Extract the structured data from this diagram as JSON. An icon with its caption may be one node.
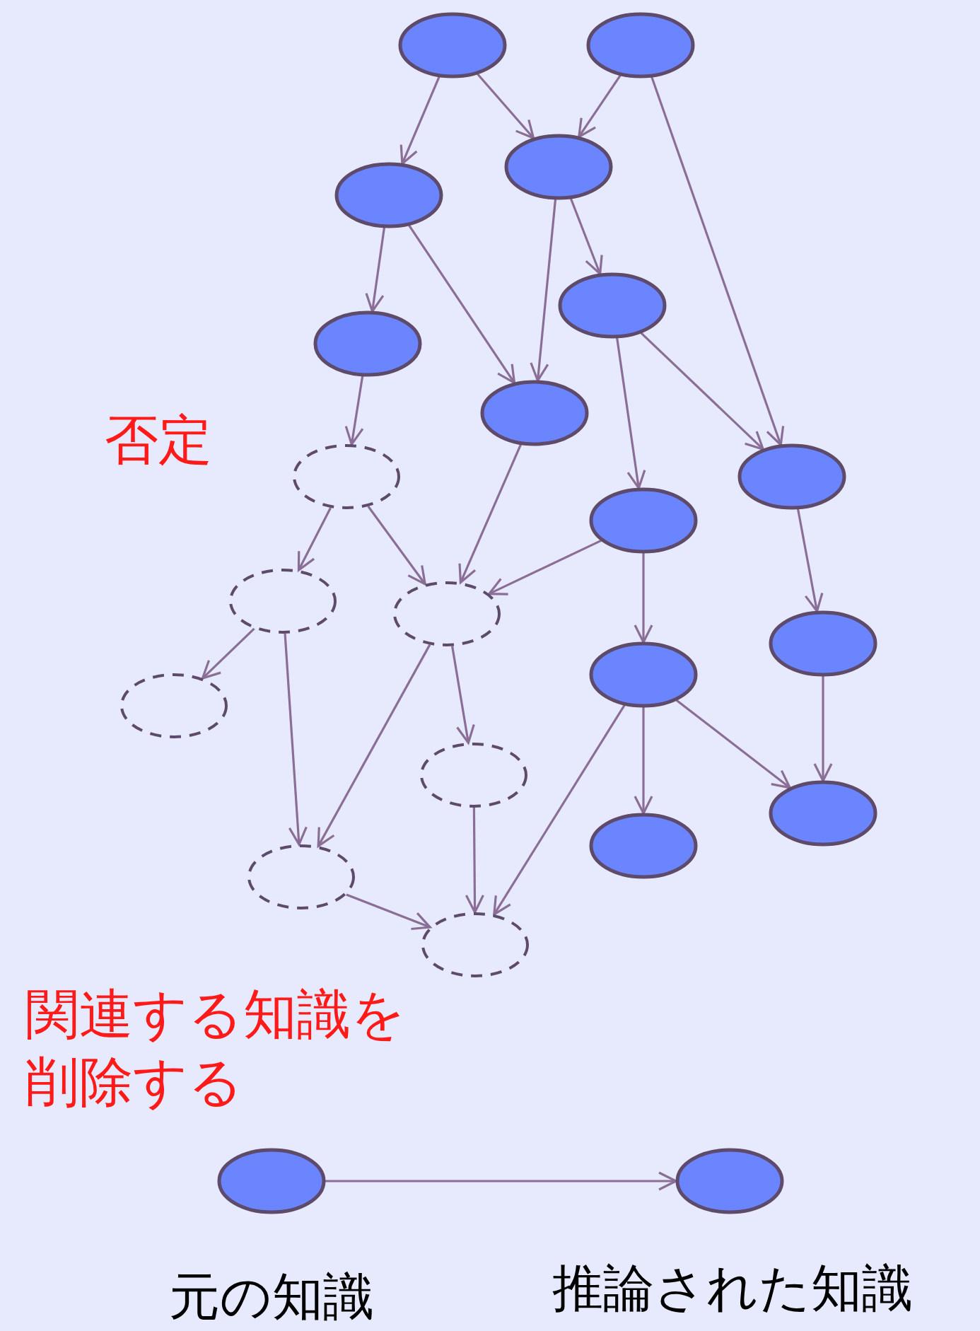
{
  "diagram": {
    "nodes": [
      {
        "text": [],
        "shape": "ellipse"
      },
      {
        "text": [],
        "shape": "ellipse"
      },
      {
        "text": [],
        "shape": "ellipse"
      },
      {
        "text": [],
        "shape": "ellipse"
      },
      {
        "text": [],
        "shape": "ellipse"
      },
      {
        "text": [],
        "shape": "ellipse"
      },
      {
        "text": [],
        "shape": "ellipse"
      },
      {
        "text": [],
        "shape": "ellipse"
      },
      {
        "text": [],
        "shape": "dashed-ellipse"
      },
      {
        "text": [],
        "shape": "ellipse"
      },
      {
        "text": [],
        "shape": "dashed-ellipse"
      },
      {
        "text": [],
        "shape": "dashed-ellipse"
      },
      {
        "text": [],
        "shape": "ellipse"
      },
      {
        "text": [],
        "shape": "ellipse"
      },
      {
        "text": [],
        "shape": "dashed-ellipse"
      },
      {
        "text": [],
        "shape": "dashed-ellipse"
      },
      {
        "text": [],
        "shape": "ellipse"
      },
      {
        "text": [],
        "shape": "ellipse"
      },
      {
        "text": [],
        "shape": "dashed-ellipse"
      },
      {
        "text": [],
        "shape": "dashed-ellipse"
      },
      {
        "text": [],
        "shape": "ellipse",
        "beside": [
          "元の知識"
        ]
      },
      {
        "text": [],
        "shape": "ellipse",
        "beside": [
          "推論された知識"
        ]
      }
    ],
    "edges": [
      {
        "from": 0,
        "to": 3,
        "arrow": "to"
      },
      {
        "from": 0,
        "to": 2,
        "arrow": "to"
      },
      {
        "from": 1,
        "to": 2,
        "arrow": "to"
      },
      {
        "from": 1,
        "to": 7,
        "arrow": "to"
      },
      {
        "from": 2,
        "to": 4,
        "arrow": "to"
      },
      {
        "from": 2,
        "to": 6,
        "arrow": "to"
      },
      {
        "from": 3,
        "to": 5,
        "arrow": "to"
      },
      {
        "from": 3,
        "to": 6,
        "arrow": "to"
      },
      {
        "from": 4,
        "to": 9,
        "arrow": "to"
      },
      {
        "from": 4,
        "to": 7,
        "arrow": "to"
      },
      {
        "from": 5,
        "to": 8,
        "arrow": "to"
      },
      {
        "from": 8,
        "to": 10,
        "arrow": "to"
      },
      {
        "from": 8,
        "to": 11,
        "arrow": "to"
      },
      {
        "from": 6,
        "to": 11,
        "arrow": "to"
      },
      {
        "from": 9,
        "to": 11,
        "arrow": "to"
      },
      {
        "from": 9,
        "to": 13,
        "arrow": "to"
      },
      {
        "from": 7,
        "to": 12,
        "arrow": "to"
      },
      {
        "from": 10,
        "to": 14,
        "arrow": "to"
      },
      {
        "from": 10,
        "to": 18,
        "arrow": "to"
      },
      {
        "from": 11,
        "to": 18,
        "arrow": "to"
      },
      {
        "from": 11,
        "to": 15,
        "arrow": "to"
      },
      {
        "from": 15,
        "to": 19,
        "arrow": "to"
      },
      {
        "from": 18,
        "to": 19,
        "arrow": "to"
      },
      {
        "from": 13,
        "to": 17,
        "arrow": "to"
      },
      {
        "from": 13,
        "to": 16,
        "arrow": "to"
      },
      {
        "from": 13,
        "to": 19,
        "arrow": "to"
      },
      {
        "from": 12,
        "to": 16,
        "arrow": "to"
      },
      {
        "from": 20,
        "to": 21,
        "arrow": "to"
      }
    ],
    "labels": [
      "否定",
      "関連する知識を削除する"
    ]
  }
}
